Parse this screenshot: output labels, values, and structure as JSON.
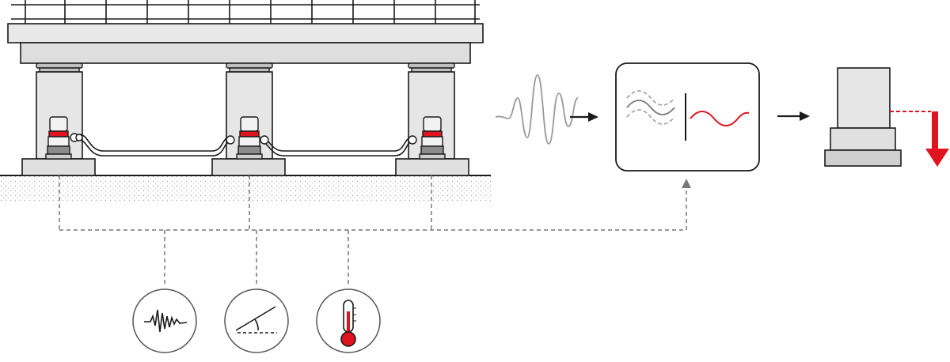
{
  "diagram": {
    "colors": {
      "line": "#1a1a1a",
      "structure_fill": "#e6e6e6",
      "structure_dark": "#cfcfcf",
      "accent_red": "#e0141e",
      "dashed": "#777777",
      "ground_dots": "#9a9a9a"
    },
    "components": [
      {
        "name": "bridge-deck",
        "kind": "structure"
      },
      {
        "name": "pier-left",
        "kind": "structure"
      },
      {
        "name": "pier-center",
        "kind": "structure"
      },
      {
        "name": "pier-right",
        "kind": "structure"
      },
      {
        "name": "hydraulic-jack-left",
        "kind": "actuator"
      },
      {
        "name": "hydraulic-jack-center",
        "kind": "actuator"
      },
      {
        "name": "hydraulic-jack-right",
        "kind": "actuator"
      },
      {
        "name": "seismic-wave-input",
        "kind": "signal"
      },
      {
        "name": "signal-processing-unit",
        "kind": "processor"
      },
      {
        "name": "output-block",
        "kind": "structure"
      },
      {
        "name": "vibration-sensor",
        "icon": "waveform-icon"
      },
      {
        "name": "tilt-sensor",
        "icon": "angle-icon"
      },
      {
        "name": "temperature-sensor",
        "icon": "thermometer-icon"
      }
    ]
  }
}
